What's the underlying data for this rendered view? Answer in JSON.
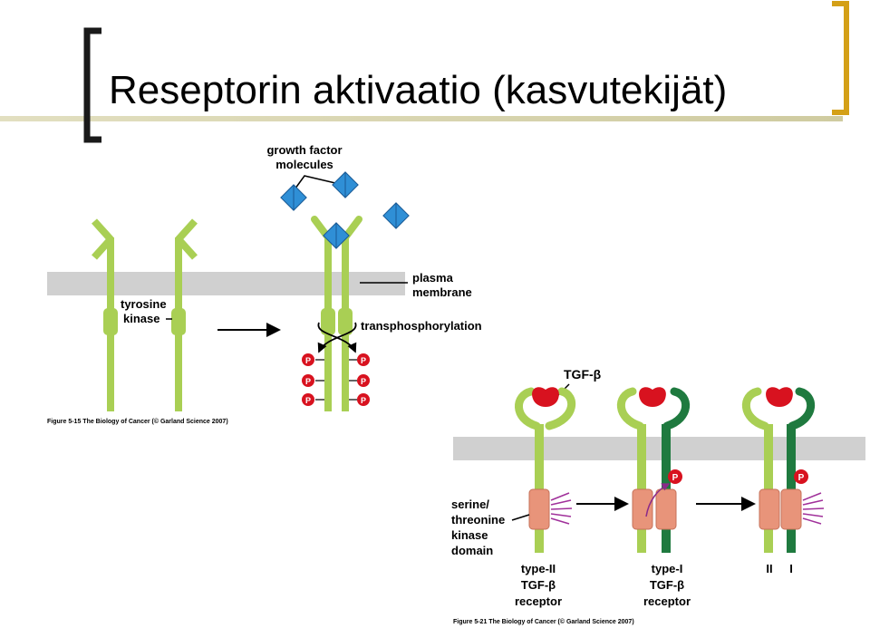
{
  "slide": {
    "title": "Reseptorin aktivaatio (kasvutekijät)"
  },
  "figure1": {
    "growth_factor_label": [
      "growth factor",
      "molecules"
    ],
    "tyrosine_kinase_label": [
      "tyrosine",
      "kinase"
    ],
    "plasma_membrane_label": [
      "plasma",
      "membrane"
    ],
    "transphosphorylation_label": "transphosphorylation",
    "phosphate_symbol": "P",
    "caption": "Figure 5-15  The Biology of Cancer (© Garland Science 2007)"
  },
  "figure2": {
    "ligand_label": "TGF-β",
    "kinase_domain_label": [
      "serine/",
      "threonine",
      "kinase",
      "domain"
    ],
    "type2_label": [
      "type-II",
      "TGF-β",
      "receptor"
    ],
    "type1_label": [
      "type-I",
      "TGF-β",
      "receptor"
    ],
    "roman_ii": "II",
    "roman_i": "I",
    "phosphate_symbol": "P",
    "caption": "Figure 5-21  The Biology of Cancer (© Garland Science 2007)"
  },
  "colors": {
    "receptor_light": "#a9cf54",
    "receptor_dark": "#1f7a3f",
    "membrane": "#d0d0d0",
    "ligand_blue": "#2f8fd6",
    "tgf_red": "#d8121f",
    "kinase_salmon": "#e8947a",
    "bracket_left": "#1a1a1a",
    "bracket_right": "#d4a017",
    "title_underline": "#d4d0a8"
  }
}
